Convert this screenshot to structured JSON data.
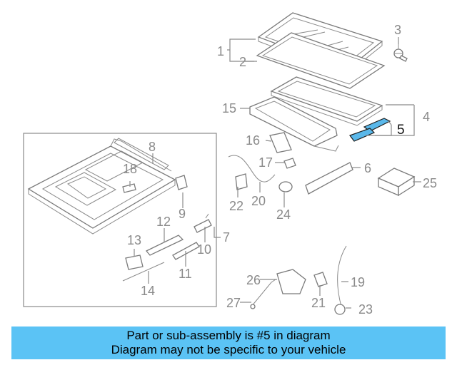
{
  "diagram": {
    "highlight_color": "#5bc3f5",
    "labels": {
      "p1": "1",
      "p2": "2",
      "p3": "3",
      "p4": "4",
      "p5": "5",
      "p6": "6",
      "p7": "7",
      "p8": "8",
      "p9": "9",
      "p10": "10",
      "p11": "11",
      "p12": "12",
      "p13": "13",
      "p14": "14",
      "p15": "15",
      "p16": "16",
      "p17": "17",
      "p18": "18",
      "p19": "19",
      "p20": "20",
      "p21": "21",
      "p22": "22",
      "p23": "23",
      "p24": "24",
      "p25": "25",
      "p26": "26",
      "p27": "27"
    }
  },
  "banner": {
    "line1": "Part or sub-assembly is #5 in diagram",
    "line2": "Diagram may not be specific to your vehicle"
  }
}
